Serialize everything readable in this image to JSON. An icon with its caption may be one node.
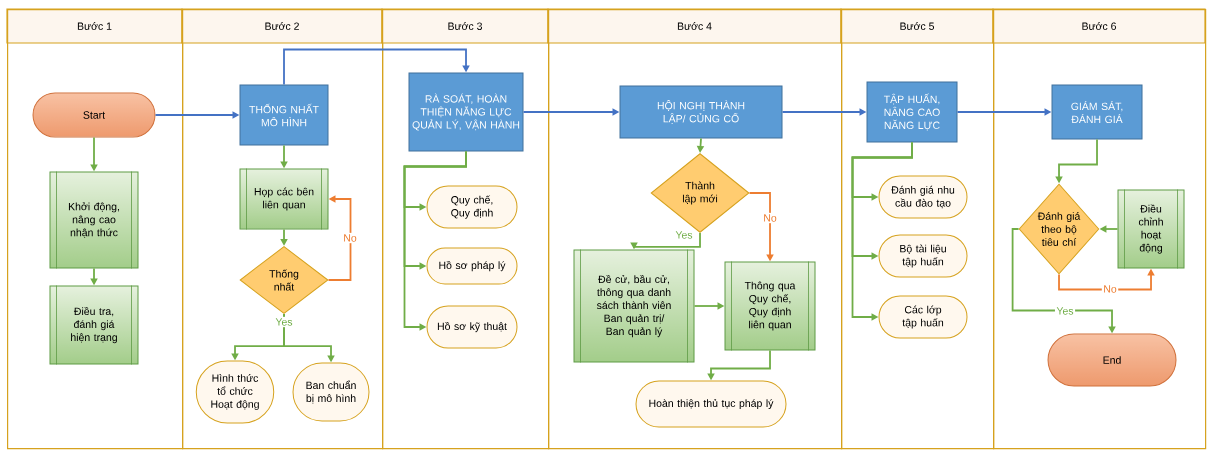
{
  "diagram": {
    "nodes": [
      {
        "text": [
          "Bước 1"
        ]
      },
      {
        "text": [
          "Bước 2"
        ]
      },
      {
        "text": [
          "Bước 3"
        ]
      },
      {
        "text": [
          "Bước 4"
        ]
      },
      {
        "text": [
          "Bước 5"
        ]
      },
      {
        "text": [
          "Bước 6"
        ]
      },
      {
        "text": [
          "Start"
        ],
        "in": 0
      },
      {
        "text": [
          "Khởi động, nâng cao nhận thức"
        ],
        "in": 0
      },
      {
        "text": [
          "Điều tra, đánh giá hiện trạng"
        ],
        "in": 0
      },
      {
        "text": [
          "THỐNG NHẤT MÔ HÌNH"
        ],
        "in": 1
      },
      {
        "text": [
          "Họp các bên liên quan"
        ],
        "in": 1
      },
      {
        "text": [
          "Thống nhất"
        ],
        "in": 1
      },
      {
        "text": [
          "Hình thức tổ chức Hoạt động"
        ],
        "in": 1
      },
      {
        "text": [
          "Ban chuẩn bị mô hình"
        ],
        "in": 1
      },
      {
        "text": [
          "RÀ SOÁT, HOÀN THIỆN NĂNG LỰC QUẢN LÝ, VẬN HÀNH"
        ],
        "in": 2
      },
      {
        "text": [
          "Quy chế, Quy định"
        ],
        "in": 2
      },
      {
        "text": [
          "Hồ sơ pháp lý"
        ],
        "in": 2
      },
      {
        "text": [
          "Hồ sơ kỹ thuật"
        ],
        "in": 2
      },
      {
        "text": [
          "HỘI NGHỊ THÀNH LẬP/ CỦNG CỐ"
        ],
        "in": 3
      },
      {
        "text": [
          "Thành lập mới"
        ],
        "in": 3
      },
      {
        "text": [
          "Đề cử, bầu cử, thông qua danh sách thành viên Ban quản trị/ Ban quản lý"
        ],
        "in": 3
      },
      {
        "text": [
          "Thông qua Quy chế, Quy định liên quan"
        ],
        "in": 3
      },
      {
        "text": [
          "Hoàn thiện thủ tục pháp lý"
        ],
        "in": 3
      },
      {
        "text": [
          "TẬP HUẤN, NÂNG CAO NĂNG LỰC"
        ],
        "in": 4
      },
      {
        "text": [
          "Đánh giá nhu cầu đào tạo"
        ],
        "in": 4
      },
      {
        "text": [
          "Bộ tài liệu tập huấn"
        ],
        "in": 4
      },
      {
        "text": [
          "Các lớp tập huấn"
        ],
        "in": 4
      },
      {
        "text": [
          "GIÁM SÁT, ĐÁNH GIÁ"
        ],
        "in": 5
      },
      {
        "text": [
          "Đánh giá theo bộ tiêu chí"
        ],
        "in": 5
      },
      {
        "text": [
          "Điều chỉnh hoạt động"
        ],
        "in": 5
      },
      {
        "text": [
          "End"
        ],
        "in": 5
      }
    ],
    "edges": [
      {
        "from": 6,
        "to": 9,
        "arrow": "to",
        "color": "#4472c4"
      },
      {
        "from": 6,
        "to": 7,
        "arrow": "to"
      },
      {
        "from": 7,
        "to": 8,
        "arrow": "to"
      },
      {
        "from": 9,
        "to": 14,
        "arrow": "to",
        "color": "#4472c4"
      },
      {
        "from": 9,
        "to": 10,
        "arrow": "to"
      },
      {
        "from": 10,
        "to": 11,
        "arrow": "to"
      },
      {
        "from": 11,
        "to": 10,
        "arrow": "to",
        "label": "No",
        "color": "#ed7d31"
      },
      {
        "from": 11,
        "to": 12,
        "arrow": "to",
        "label": "Yes"
      },
      {
        "from": 11,
        "to": 13,
        "arrow": "to"
      },
      {
        "from": 14,
        "to": 15,
        "arrow": "to"
      },
      {
        "from": 14,
        "to": 16,
        "arrow": "to"
      },
      {
        "from": 14,
        "to": 17,
        "arrow": "to"
      },
      {
        "from": 14,
        "to": 18,
        "arrow": "to",
        "color": "#4472c4"
      },
      {
        "from": 18,
        "to": 19,
        "arrow": "to"
      },
      {
        "from": 19,
        "to": 20,
        "arrow": "to",
        "label": "Yes"
      },
      {
        "from": 19,
        "to": 21,
        "arrow": "to",
        "label": "No",
        "color": "#ed7d31"
      },
      {
        "from": 20,
        "to": 21,
        "arrow": "to"
      },
      {
        "from": 21,
        "to": 22,
        "arrow": "to"
      },
      {
        "from": 18,
        "to": 23,
        "arrow": "to",
        "color": "#4472c4"
      },
      {
        "from": 23,
        "to": 24,
        "arrow": "to"
      },
      {
        "from": 23,
        "to": 25,
        "arrow": "to"
      },
      {
        "from": 23,
        "to": 26,
        "arrow": "to"
      },
      {
        "from": 23,
        "to": 27,
        "arrow": "to",
        "color": "#4472c4"
      },
      {
        "from": 27,
        "to": 28,
        "arrow": "to"
      },
      {
        "from": 28,
        "to": 29,
        "arrow": "to",
        "label": "No",
        "color": "#ed7d31"
      },
      {
        "from": 29,
        "to": 28,
        "arrow": "to"
      },
      {
        "from": 28,
        "to": 30,
        "arrow": "to",
        "label": "Yes"
      }
    ]
  }
}
